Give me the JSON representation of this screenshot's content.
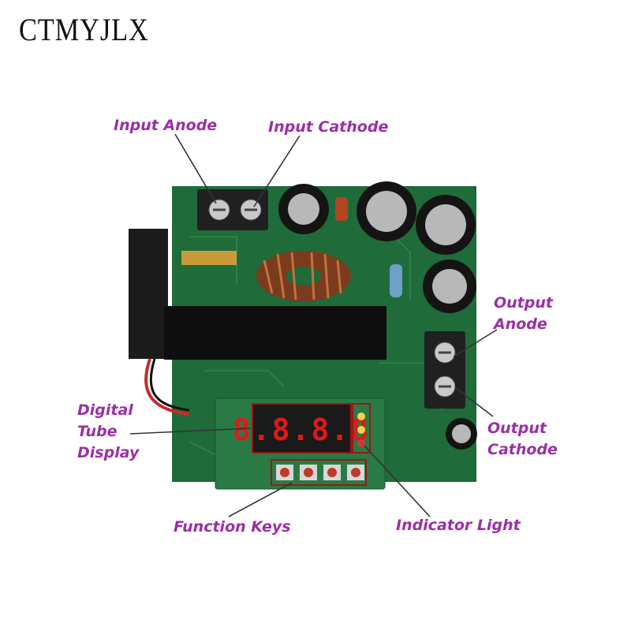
{
  "brand": "CTMYJLX",
  "labels": {
    "input_anode": "Input Anode",
    "input_cathode": "Input Cathode",
    "output_anode_1": "Output",
    "output_anode_2": "Anode",
    "output_cathode_1": "Output",
    "output_cathode_2": "Cathode",
    "digital_1": "Digital",
    "digital_2": "Tube",
    "digital_3": "Display",
    "function_keys": "Function Keys",
    "indicator_light": "Indicator Light"
  },
  "colors": {
    "label": "#9b2fa6",
    "pcb": "#1f6b3a",
    "display_digits": "#e01818"
  }
}
